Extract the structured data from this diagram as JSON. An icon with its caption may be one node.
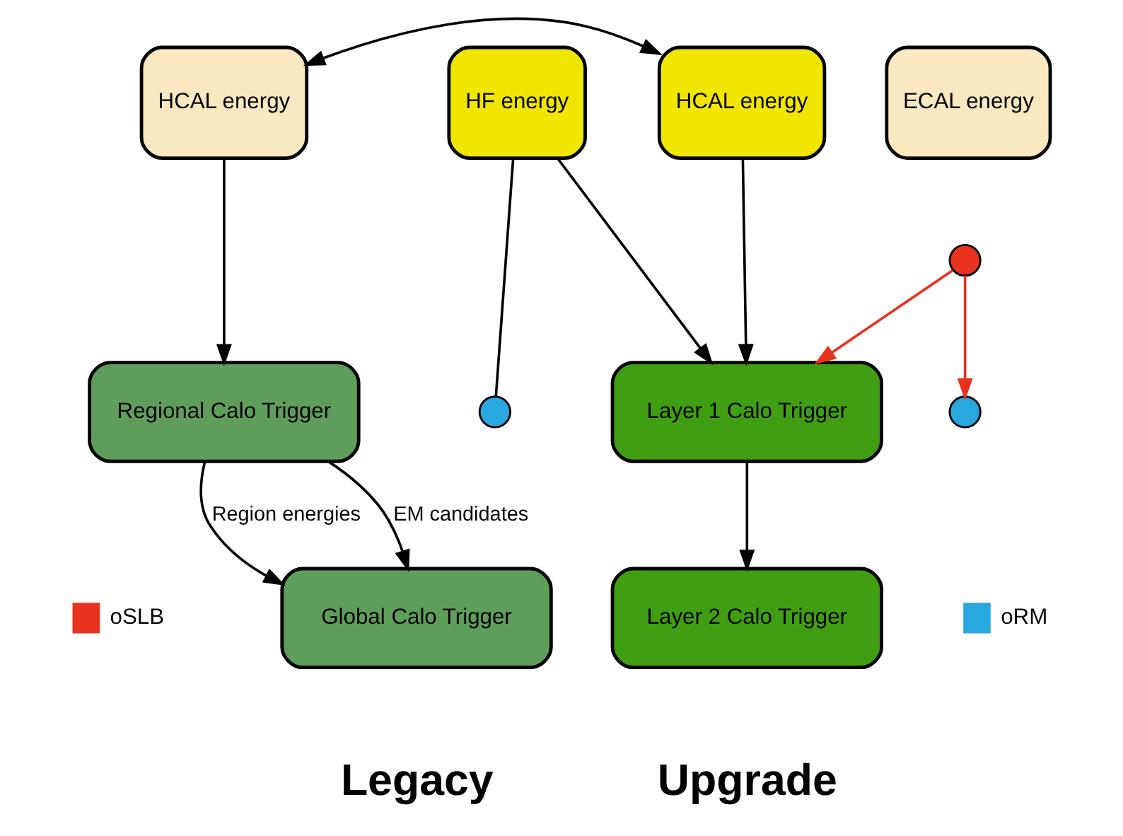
{
  "diagram": {
    "nodes": [
      {
        "text": [
          "HCAL energy"
        ]
      },
      {
        "text": [
          "ECAL energy"
        ]
      },
      {
        "text": [
          "HF energy"
        ]
      },
      {
        "text": [
          "HCAL energy"
        ]
      },
      {
        "text": [],
        "shape": "circle"
      },
      {
        "text": [],
        "shape": "circle"
      },
      {
        "text": [
          "Regional Calo Trigger"
        ]
      },
      {
        "text": [],
        "shape": "circle"
      },
      {
        "text": [
          "Layer 1 Calo Trigger"
        ]
      },
      {
        "text": [
          "Global Calo Trigger"
        ]
      },
      {
        "text": [
          "Layer 2 Calo Trigger"
        ]
      }
    ],
    "edges": [
      {
        "from": 0,
        "to": 3,
        "arrow": "both"
      },
      {
        "from": 0,
        "to": 6,
        "arrow": "to"
      },
      {
        "from": 4,
        "to": 5,
        "arrow": "to",
        "color": "#e8321e"
      },
      {
        "from": 4,
        "to": 8,
        "arrow": "to",
        "color": "#e8321e"
      },
      {
        "from": 2,
        "to": 7,
        "arrow": "none"
      },
      {
        "from": 2,
        "to": 8,
        "arrow": "to"
      },
      {
        "from": 3,
        "to": 8,
        "arrow": "to"
      },
      {
        "from": 6,
        "to": 9,
        "arrow": "to",
        "label": "EM candidates"
      },
      {
        "from": 6,
        "to": 9,
        "arrow": "to",
        "label": "Region energies"
      },
      {
        "from": 8,
        "to": 10,
        "arrow": "to"
      }
    ],
    "labels": [
      "Legacy",
      "Upgrade"
    ],
    "legend": [
      {
        "text": "oSLB",
        "color": "#e8321e"
      },
      {
        "text": "oRM",
        "color": "#29a8e0"
      }
    ]
  }
}
